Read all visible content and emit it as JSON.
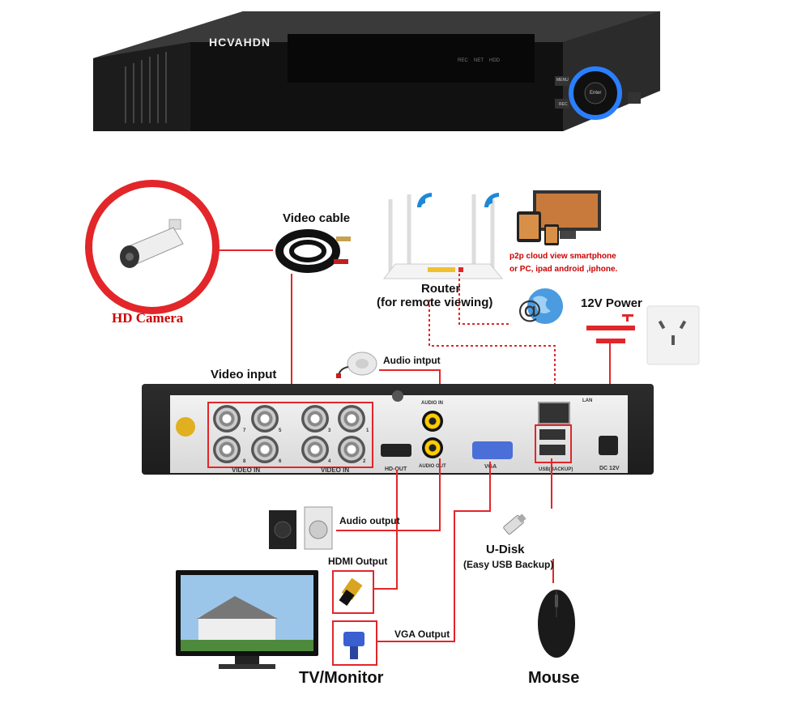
{
  "dvr": {
    "brand": "HCVAHDN",
    "indicators": [
      "REC",
      "NET",
      "HDD"
    ],
    "buttons": [
      "MENU",
      "REC",
      "Enter"
    ]
  },
  "panel": {
    "labels": {
      "video_in_1": "VIDEO IN",
      "video_in_2": "VIDEO IN",
      "audio_in": "AUDIO IN",
      "audio_out": "AUDIO OUT",
      "hd_out": "HD-OUT",
      "vga": "VGA",
      "lan": "LAN",
      "usb": "USB(BACKUP)",
      "dc": "DC 12V"
    },
    "channel_numbers": [
      "7",
      "5",
      "3",
      "1",
      "8",
      "6",
      "4",
      "2"
    ]
  },
  "components": {
    "hd_camera": "HD Camera",
    "video_cable": "Video cable",
    "router": "Router",
    "router_sub": "(for remote viewing)",
    "p2p_line1": "p2p cloud  view smartphone",
    "p2p_line2": "or PC, ipad android ,iphone.",
    "power": "12V Power",
    "video_input": "Video input",
    "audio_input": "Audio intput",
    "audio_output": "Audio output",
    "hdmi_output": "HDMI Output",
    "vga_output": "VGA Output",
    "udisk": "U-Disk",
    "udisk_sub": "(Easy USB Backup)",
    "tv": "TV/Monitor",
    "mouse": "Mouse"
  }
}
